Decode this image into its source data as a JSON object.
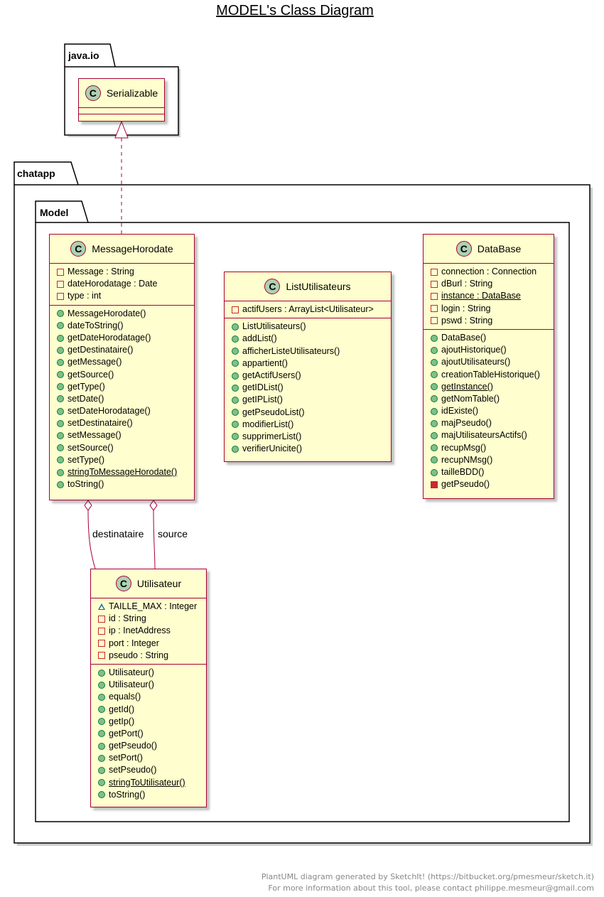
{
  "title": "MODEL's Class Diagram",
  "footer": {
    "line1": "PlantUML diagram generated by SketchIt! (https://bitbucket.org/pmesmeur/sketch.it)",
    "line2": "For more information about this tool, please contact philippe.mesmeur@gmail.com"
  },
  "packages": {
    "javaio": "java.io",
    "chatapp": "chatapp",
    "model": "Model"
  },
  "icon_letter": "C",
  "classes": {
    "serializable": {
      "name": "Serializable"
    },
    "messagehorodate": {
      "name": "MessageHorodate",
      "fields": [
        "Message : String",
        "dateHorodatage : Date",
        "type : int"
      ],
      "methods": [
        "MessageHorodate()",
        "dateToString()",
        "getDateHorodatage()",
        "getDestinataire()",
        "getMessage()",
        "getSource()",
        "getType()",
        "setDate()",
        "setDateHorodatage()",
        "setDestinataire()",
        "setMessage()",
        "setSource()",
        "setType()",
        "stringToMessageHorodate()",
        "toString()"
      ]
    },
    "listutilisateurs": {
      "name": "ListUtilisateurs",
      "fields": [
        "actifUsers : ArrayList<Utilisateur>"
      ],
      "methods": [
        "ListUtilisateurs()",
        "addList()",
        "afficherListeUtilisateurs()",
        "appartient()",
        "getActifUsers()",
        "getIDList()",
        "getIPList()",
        "getPseudoList()",
        "modifierList()",
        "supprimerList()",
        "verifierUnicite()"
      ]
    },
    "database": {
      "name": "DataBase",
      "fields": [
        "connection : Connection",
        "dBurl : String",
        "instance : DataBase",
        "login : String",
        "pswd : String"
      ],
      "methods": [
        "DataBase()",
        "ajoutHistorique()",
        "ajoutUtilisateurs()",
        "creationTableHistorique()",
        "getInstance()",
        "getNomTable()",
        "idExiste()",
        "majPseudo()",
        "majUtilisateursActifs()",
        "recupMsg()",
        "recupNMsg()",
        "tailleBDD()",
        "getPseudo()"
      ]
    },
    "utilisateur": {
      "name": "Utilisateur",
      "fields": [
        "TAILLE_MAX : Integer",
        "id : String",
        "ip : InetAddress",
        "port : Integer",
        "pseudo : String"
      ],
      "methods": [
        "Utilisateur()",
        "Utilisateur()",
        "equals()",
        "getId()",
        "getIp()",
        "getPort()",
        "getPseudo()",
        "setPort()",
        "setPseudo()",
        "stringToUtilisateur()",
        "toString()"
      ]
    }
  },
  "relations": {
    "destinataire": "destinataire",
    "source": "source"
  }
}
